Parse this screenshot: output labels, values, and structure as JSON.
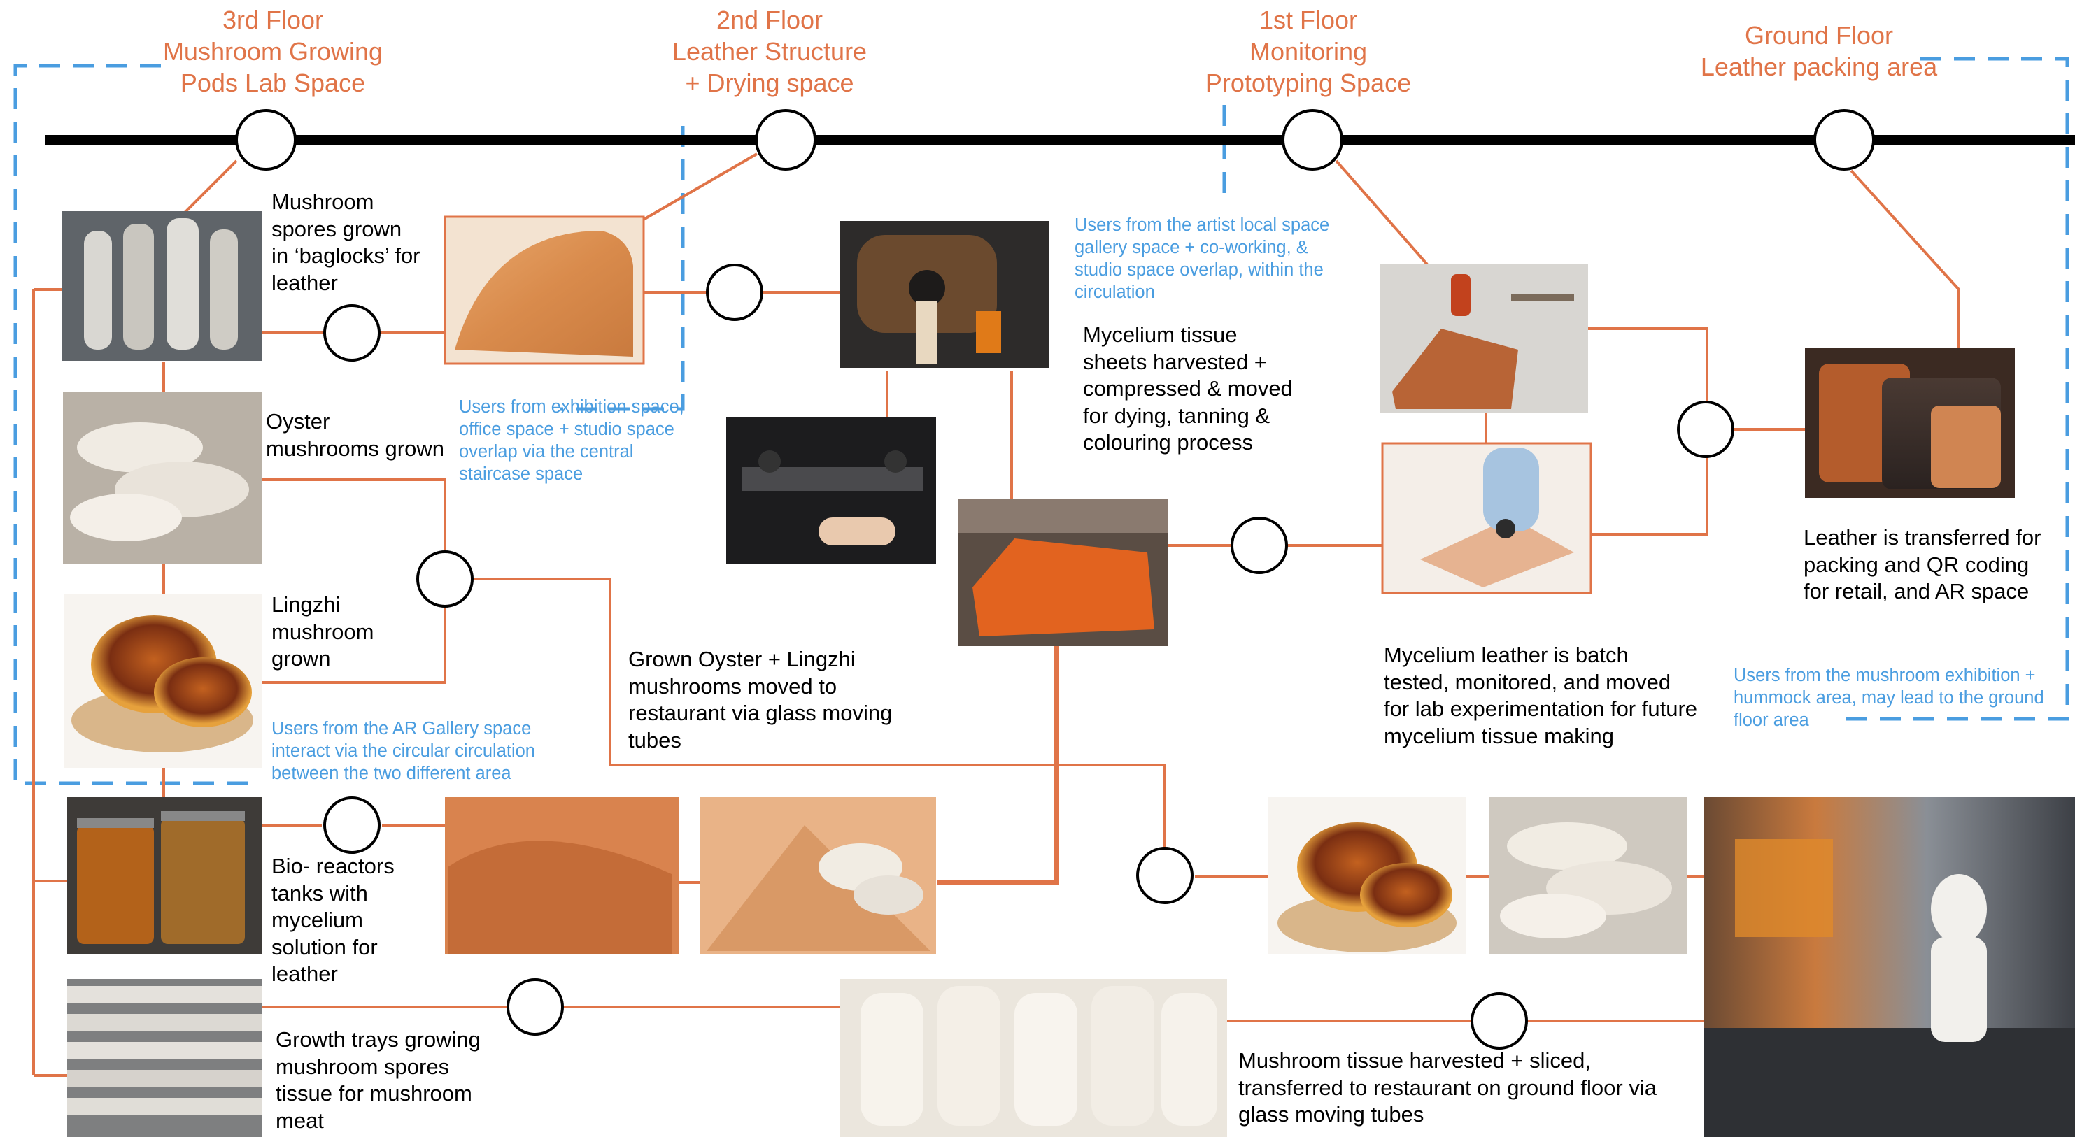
{
  "colors": {
    "orange": "#e07448",
    "blue": "#4a9de0",
    "black": "#000000"
  },
  "floors": [
    {
      "id": "third",
      "label": "3rd Floor\nMushroom Growing\nPods Lab Space"
    },
    {
      "id": "second",
      "label": "2nd Floor\nLeather Structure\n+ Drying space"
    },
    {
      "id": "first",
      "label": "1st Floor\nMonitoring\nPrototyping Space"
    },
    {
      "id": "ground",
      "label": "Ground Floor\nLeather packing area"
    }
  ],
  "descriptions": {
    "spores": "Mushroom\nspores grown\nin ‘baglocks’ for\nleather",
    "oyster": "Oyster\nmushrooms grown",
    "lingzhi": "Lingzhi\nmushroom\ngrown",
    "bioreactor": "Bio- reactors\ntanks with\nmycelium\nsolution for\nleather",
    "growth_trays": "Growth trays growing\nmushroom spores\ntissue for mushroom\nmeat",
    "moved_restaurant": "Grown Oyster + Lingzhi\nmushrooms moved to\nrestaurant via glass moving\ntubes",
    "sheets_harvested": "Mycelium tissue\nsheets harvested +\ncompressed & moved\nfor dying, tanning &\ncolouring process",
    "batch_tested": "Mycelium leather is batch\ntested, monitored, and moved\nfor lab experimentation for future\nmycelium tissue making",
    "packing": "Leather is transferred for\npacking and QR coding\nfor retail, and AR space",
    "tissue_sliced": "Mushroom tissue harvested + sliced,\ntransferred to restaurant on ground floor via\nglass moving tubes"
  },
  "user_notes": {
    "exhibition": "Users from exhibition space,\noffice space + studio space\noverlap via the central\nstaircase space",
    "artist": "Users from the artist local space\ngallery space + co-working, &\nstudio space overlap, within the\ncirculation",
    "ar_gallery": "Users from the AR Gallery space\ninteract via the circular circulation\nbetween the two different area",
    "mushroom_exhibition": "Users from the mushroom exhibition +\nhummock area, may lead to the ground\nfloor area"
  },
  "photos": [
    {
      "id": "baglocks",
      "subject": "mushroom-baglocks-photo"
    },
    {
      "id": "leather-roll",
      "subject": "leather-roll-photo"
    },
    {
      "id": "drum",
      "subject": "tanning-drum-photo"
    },
    {
      "id": "press",
      "subject": "press-machine-photo"
    },
    {
      "id": "orange-sheet",
      "subject": "drying-sheet-photo"
    },
    {
      "id": "tools",
      "subject": "leather-tools-photo"
    },
    {
      "id": "gloved-hand",
      "subject": "gloved-hand-testing-photo"
    },
    {
      "id": "leather-pieces",
      "subject": "leather-pieces-photo"
    },
    {
      "id": "oyster",
      "subject": "oyster-mushroom-photo"
    },
    {
      "id": "lingzhi",
      "subject": "lingzhi-mushroom-photo"
    },
    {
      "id": "bioreactor",
      "subject": "bioreactor-tanks-photo"
    },
    {
      "id": "leather-sheet",
      "subject": "leather-sheet-photo"
    },
    {
      "id": "oyster-leather",
      "subject": "oyster-on-leather-photo"
    },
    {
      "id": "lingzhi-2",
      "subject": "lingzhi-mushroom-photo"
    },
    {
      "id": "oyster-2",
      "subject": "oyster-mushroom-photo"
    },
    {
      "id": "trays",
      "subject": "growth-trays-photo"
    },
    {
      "id": "tissue",
      "subject": "mushroom-tissue-photo"
    },
    {
      "id": "kitchen",
      "subject": "restaurant-kitchen-photo"
    }
  ]
}
